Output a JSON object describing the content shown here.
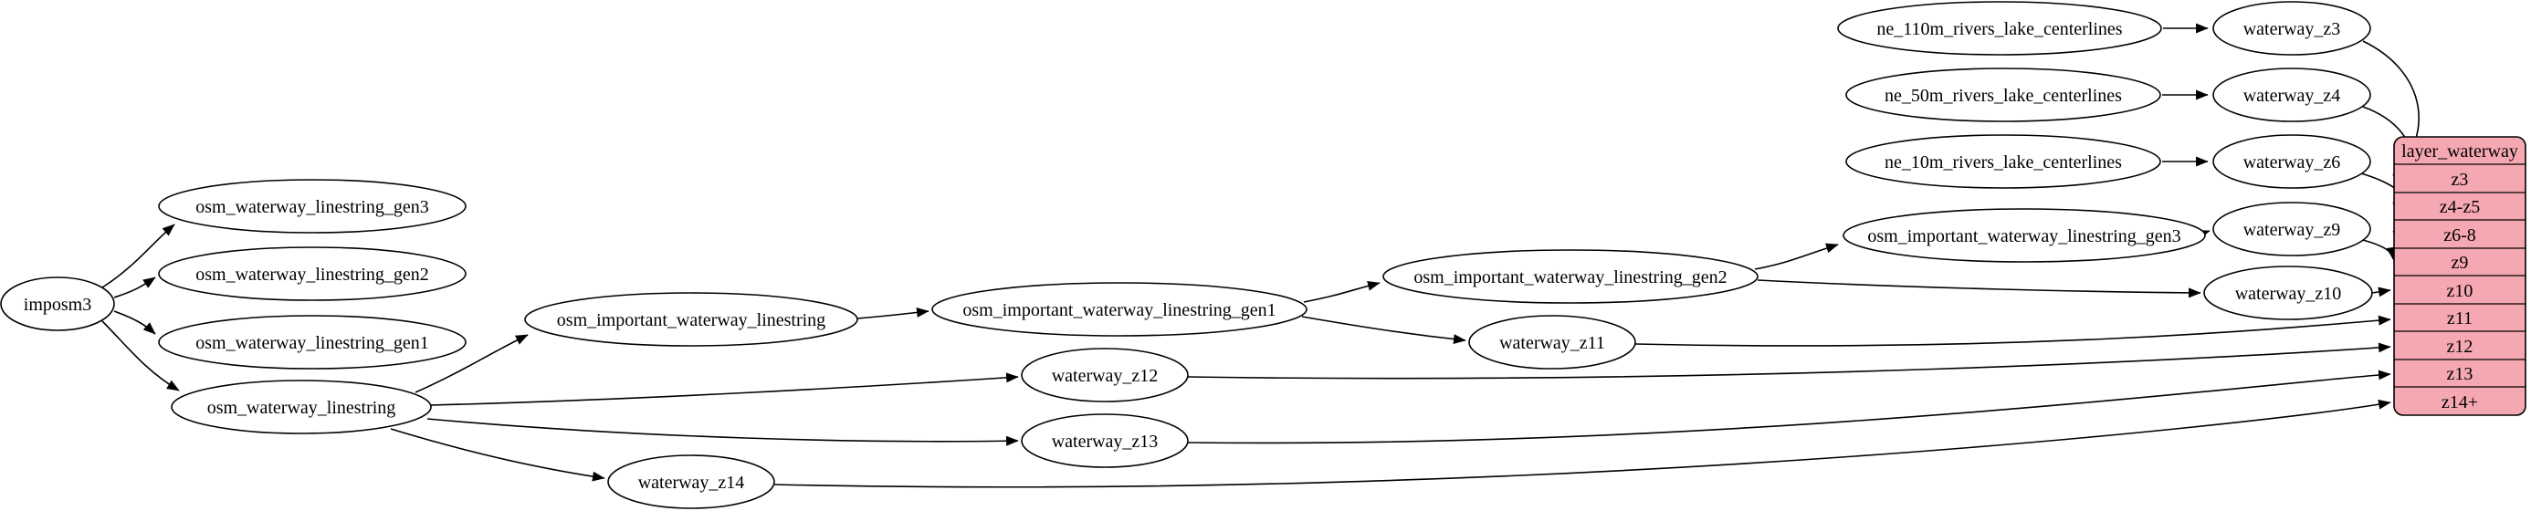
{
  "diagram": {
    "type": "etl-graph",
    "nodes": {
      "imposm3": "imposm3",
      "osm_waterway_linestring_gen3": "osm_waterway_linestring_gen3",
      "osm_waterway_linestring_gen2": "osm_waterway_linestring_gen2",
      "osm_waterway_linestring_gen1": "osm_waterway_linestring_gen1",
      "osm_waterway_linestring": "osm_waterway_linestring",
      "osm_important_waterway_linestring": "osm_important_waterway_linestring",
      "osm_important_waterway_linestring_gen1": "osm_important_waterway_linestring_gen1",
      "osm_important_waterway_linestring_gen2": "osm_important_waterway_linestring_gen2",
      "osm_important_waterway_linestring_gen3": "osm_important_waterway_linestring_gen3",
      "ne_110m_rivers_lake_centerlines": "ne_110m_rivers_lake_centerlines",
      "ne_50m_rivers_lake_centerlines": "ne_50m_rivers_lake_centerlines",
      "ne_10m_rivers_lake_centerlines": "ne_10m_rivers_lake_centerlines",
      "waterway_z3": "waterway_z3",
      "waterway_z4": "waterway_z4",
      "waterway_z6": "waterway_z6",
      "waterway_z9": "waterway_z9",
      "waterway_z10": "waterway_z10",
      "waterway_z11": "waterway_z11",
      "waterway_z12": "waterway_z12",
      "waterway_z13": "waterway_z13",
      "waterway_z14": "waterway_z14"
    },
    "record": {
      "title": "layer_waterway",
      "rows": [
        "z3",
        "z4-z5",
        "z6-8",
        "z9",
        "z10",
        "z11",
        "z12",
        "z13",
        "z14+"
      ]
    },
    "edges": [
      {
        "from": "imposm3",
        "to": "osm_waterway_linestring_gen3"
      },
      {
        "from": "imposm3",
        "to": "osm_waterway_linestring_gen2"
      },
      {
        "from": "imposm3",
        "to": "osm_waterway_linestring_gen1"
      },
      {
        "from": "imposm3",
        "to": "osm_waterway_linestring"
      },
      {
        "from": "osm_waterway_linestring",
        "to": "osm_important_waterway_linestring"
      },
      {
        "from": "osm_waterway_linestring",
        "to": "waterway_z12"
      },
      {
        "from": "osm_waterway_linestring",
        "to": "waterway_z13"
      },
      {
        "from": "osm_waterway_linestring",
        "to": "waterway_z14"
      },
      {
        "from": "osm_important_waterway_linestring",
        "to": "osm_important_waterway_linestring_gen1"
      },
      {
        "from": "osm_important_waterway_linestring_gen1",
        "to": "osm_important_waterway_linestring_gen2"
      },
      {
        "from": "osm_important_waterway_linestring_gen1",
        "to": "waterway_z11"
      },
      {
        "from": "osm_important_waterway_linestring_gen2",
        "to": "osm_important_waterway_linestring_gen3"
      },
      {
        "from": "osm_important_waterway_linestring_gen2",
        "to": "waterway_z10"
      },
      {
        "from": "osm_important_waterway_linestring_gen3",
        "to": "waterway_z9"
      },
      {
        "from": "ne_110m_rivers_lake_centerlines",
        "to": "waterway_z3"
      },
      {
        "from": "ne_50m_rivers_lake_centerlines",
        "to": "waterway_z4"
      },
      {
        "from": "ne_10m_rivers_lake_centerlines",
        "to": "waterway_z6"
      },
      {
        "from": "waterway_z3",
        "to": "layer_waterway:z3"
      },
      {
        "from": "waterway_z4",
        "to": "layer_waterway:z4-z5"
      },
      {
        "from": "waterway_z6",
        "to": "layer_waterway:z6-8"
      },
      {
        "from": "waterway_z9",
        "to": "layer_waterway:z9"
      },
      {
        "from": "waterway_z10",
        "to": "layer_waterway:z10"
      },
      {
        "from": "waterway_z11",
        "to": "layer_waterway:z11"
      },
      {
        "from": "waterway_z12",
        "to": "layer_waterway:z12"
      },
      {
        "from": "waterway_z13",
        "to": "layer_waterway:z13"
      },
      {
        "from": "waterway_z14",
        "to": "layer_waterway:z14+"
      }
    ]
  },
  "colors": {
    "background": "#ffffff",
    "node_fill": "#ffffff",
    "stroke": "#000000",
    "record_fill": "#f6a8b2"
  }
}
